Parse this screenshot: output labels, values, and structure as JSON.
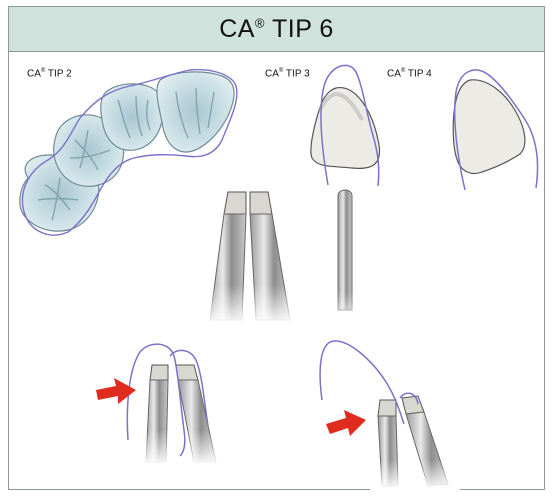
{
  "title": {
    "prefix": "CA",
    "mark": "®",
    "suffix": " TIP 6"
  },
  "labels": [
    {
      "prefix": "CA",
      "mark": "®",
      "suffix": " TIP 2"
    },
    {
      "prefix": "CA",
      "mark": "®",
      "suffix": " TIP 3"
    },
    {
      "prefix": "CA",
      "mark": "®",
      "suffix": " TIP 4"
    }
  ],
  "colors": {
    "title_bg": "#cfe2dc",
    "border": "#8c9a97",
    "outline": "#7b72c9",
    "tooth_fill": "#ecebe5",
    "occlusal_fill": "#c9dde3",
    "arrow": "#e02b1f"
  }
}
